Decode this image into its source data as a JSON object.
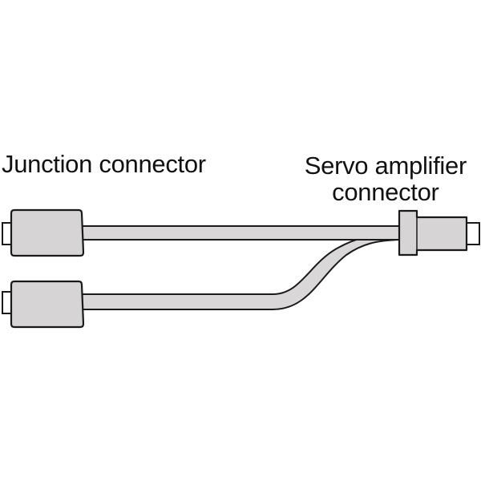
{
  "labels": {
    "junction_connector": "Junction connector",
    "servo_amplifier_line1": "Servo amplifier",
    "servo_amplifier_line2": "connector"
  },
  "colors": {
    "connector_fill": "#d6d4d4",
    "cable_fill": "#d9d7d7",
    "outline": "#1a1a1a",
    "background": "#ffffff"
  }
}
